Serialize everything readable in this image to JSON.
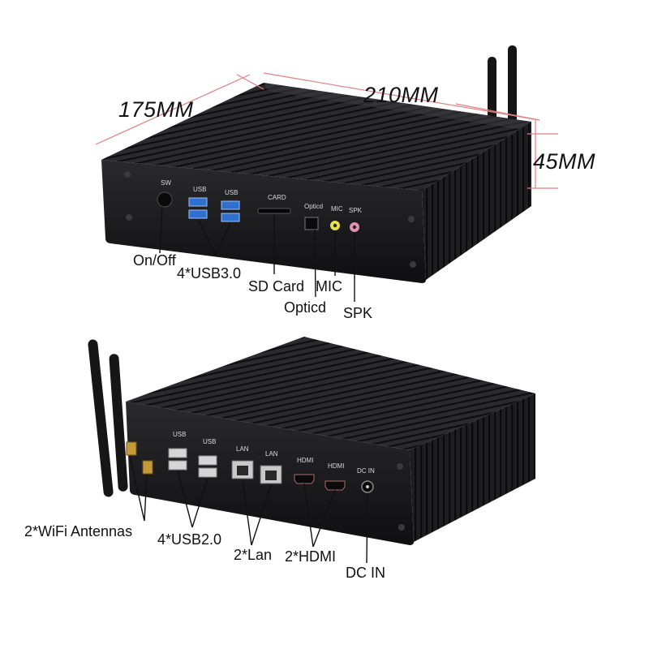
{
  "dimensions": {
    "depth": "175MM",
    "width": "210MM",
    "height": "45MM"
  },
  "front_panel": {
    "port_labels": {
      "sw": "SW",
      "usb_a": "USB",
      "usb_b": "USB",
      "card": "CARD",
      "optical": "Opticd",
      "mic": "MIC",
      "spk": "SPK"
    },
    "callouts": {
      "power": "On/Off",
      "usb": "4*USB3.0",
      "sd_card": "SD Card",
      "mic": "MIC",
      "optical": "Opticd",
      "spk": "SPK"
    }
  },
  "rear_panel": {
    "port_labels": {
      "usb_a": "USB",
      "usb_b": "USB",
      "lan_a": "LAN",
      "lan_b": "LAN",
      "hdmi_a": "HDMI",
      "hdmi_b": "HDMI",
      "dc_in": "DC IN"
    },
    "callouts": {
      "wifi": "2*WiFi Antennas",
      "usb": "4*USB2.0",
      "lan": "2*Lan",
      "hdmi": "2*HDMI",
      "dc_in": "DC IN"
    }
  },
  "colors": {
    "chassis": "#1b1b1d",
    "fins": "#2c2c2f",
    "port_blue": "#2f6fd0",
    "mic_jack": "#e6e04a",
    "spk_jack": "#e58fb0",
    "dimension_line": "#e08080"
  }
}
